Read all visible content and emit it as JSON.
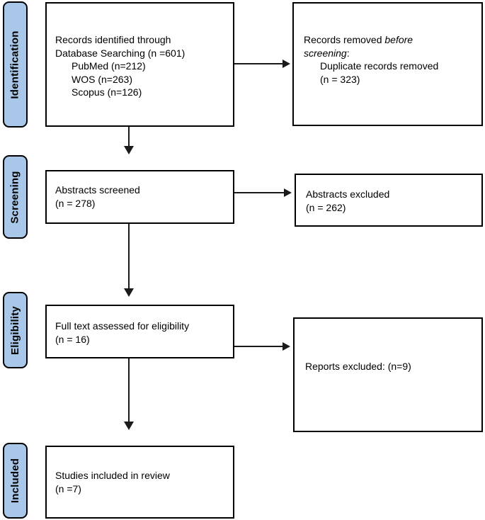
{
  "stages": [
    {
      "label": "Identification"
    },
    {
      "label": "Screening"
    },
    {
      "label": "Eligibility"
    },
    {
      "label": "Included"
    }
  ],
  "boxes": {
    "records_identified": {
      "line1": "Records identified through",
      "line2": "Database Searching (n =601)",
      "sub1": "PubMed (n=212)",
      "sub2": "WOS (n=263)",
      "sub3": "Scopus (n=126)"
    },
    "records_removed": {
      "line1_prefix": "Records removed ",
      "line1_italic": "before",
      "line2_italic": "screening",
      "line2_colon": ":",
      "sub1": "Duplicate records removed",
      "sub2": "(n = 323)"
    },
    "abstracts_screened": {
      "line1": "Abstracts screened",
      "line2": "(n = 278)"
    },
    "abstracts_excluded": {
      "line1": "Abstracts excluded",
      "line2": "(n = 262)"
    },
    "fulltext_assessed": {
      "line1": "Full text assessed for eligibility",
      "line2": "(n = 16)"
    },
    "reports_excluded": {
      "line1": "Reports excluded: (n=9)"
    },
    "studies_included": {
      "line1": "Studies included in review",
      "line2": "(n =7)"
    }
  },
  "colors": {
    "stage_fill": "#a9c7e9",
    "stage_border": "#000000",
    "box_border": "#000000",
    "arrow": "#1a1a1a",
    "background": "#ffffff",
    "text": "#000000"
  }
}
